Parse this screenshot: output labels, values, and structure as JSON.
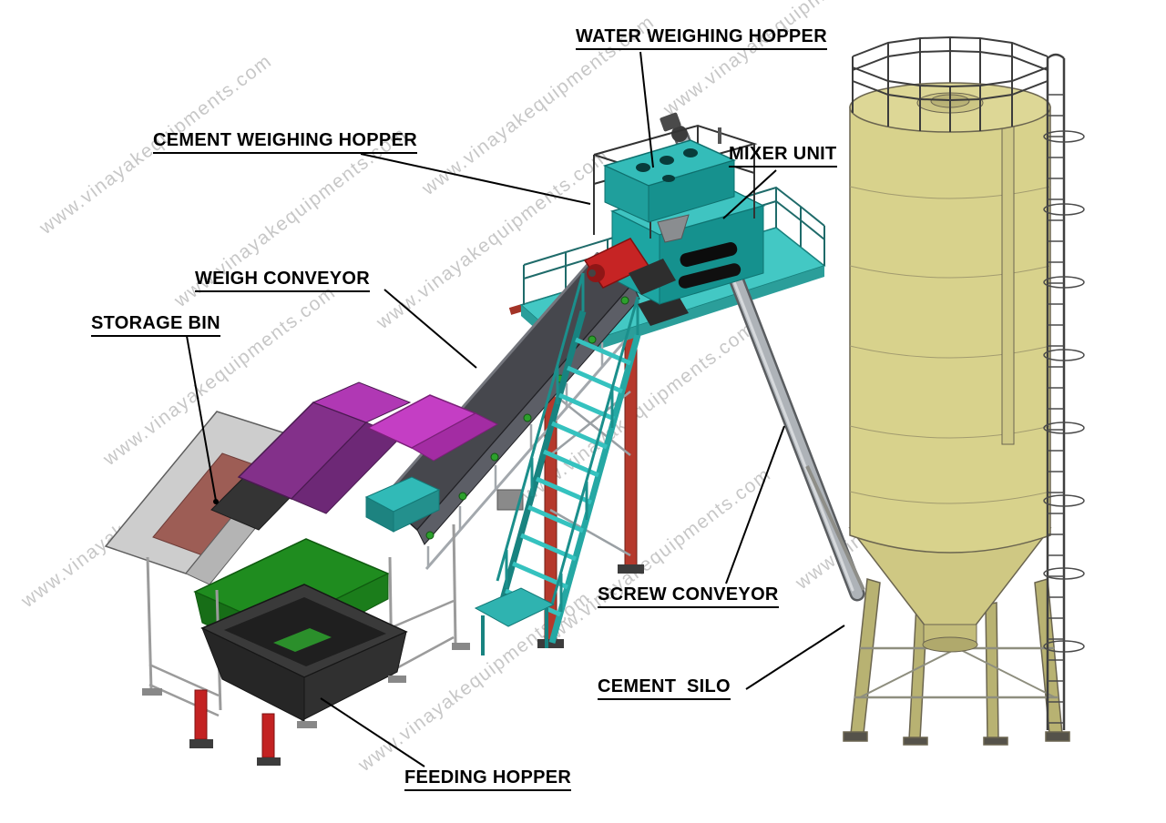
{
  "diagram": {
    "watermark": "www.vinayakequipments.com",
    "labels": {
      "water_weighing_hopper": "WATER WEIGHING HOPPER",
      "cement_weighing_hopper": "CEMENT WEIGHING HOPPER",
      "mixer_unit": "MIXER UNIT",
      "weigh_conveyor": "WEIGH CONVEYOR",
      "storage_bin": "STORAGE BIN",
      "screw_conveyor": "SCREW CONVEYOR",
      "cement_silo": "CEMENT  SILO",
      "feeding_hopper": "FEEDING HOPPER"
    },
    "colors": {
      "silo_body": "#d8d28c",
      "teal": "#3fc4c1",
      "red": "#c32222",
      "magenta": "#c43ec4",
      "purple": "#83308a",
      "green": "#1f8c1f",
      "belt": "#46474d",
      "steel": "#a8adb2"
    }
  }
}
